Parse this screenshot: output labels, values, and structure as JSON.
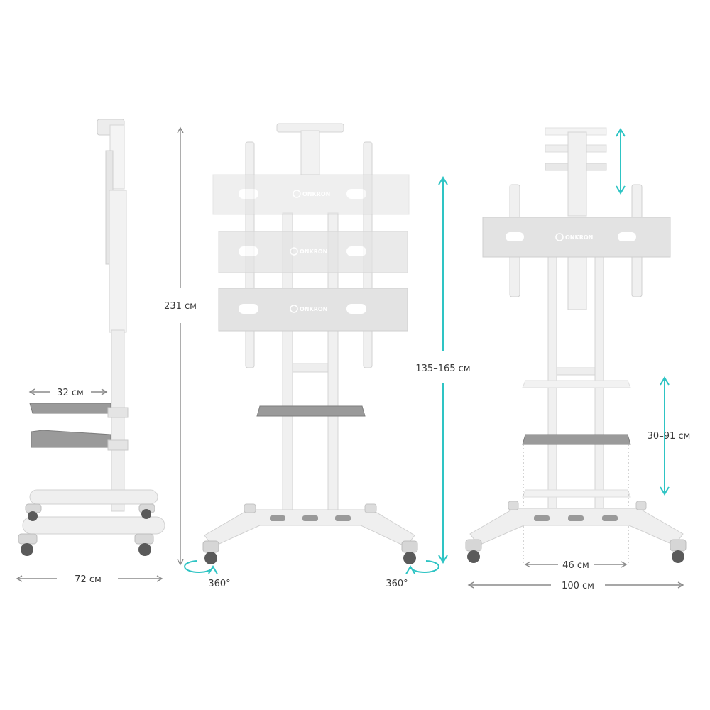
{
  "brand": "ONKRON",
  "colors": {
    "frame": "#ececec",
    "frame_stroke": "#cfcfcf",
    "mount": "#e3e3e3",
    "shelf": "#9a9a9a",
    "arrow_gray": "#8a8a8a",
    "arrow_teal": "#2ec4c4",
    "text": "#3a3a3a"
  },
  "side_view": {
    "shelf_width": "32 см",
    "base_width": "72 см",
    "total_height": "231 см"
  },
  "front_view": {
    "height_range": "135–165 см",
    "rotation_left": "360°",
    "rotation_right": "360°"
  },
  "right_view": {
    "shelf_height_range": "30–91 см",
    "shelf_inner_width": "46 см",
    "overall_width": "100 см"
  }
}
